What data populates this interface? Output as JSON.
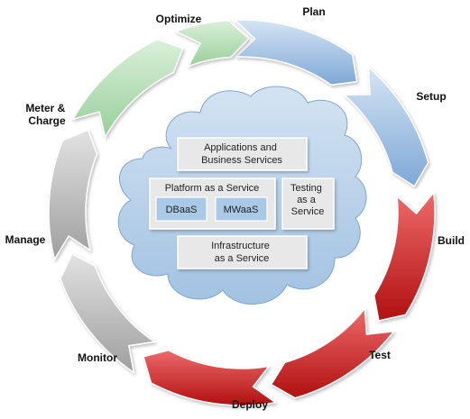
{
  "lifecycle": {
    "stages": [
      {
        "name": "plan",
        "label": "Plan",
        "color": "#8fb4dd"
      },
      {
        "name": "setup",
        "label": "Setup",
        "color": "#8fb4dd"
      },
      {
        "name": "build",
        "label": "Build",
        "color": "#c81e1e"
      },
      {
        "name": "test",
        "label": "Test",
        "color": "#c81e1e"
      },
      {
        "name": "deploy",
        "label": "Deploy",
        "color": "#c81e1e"
      },
      {
        "name": "monitor",
        "label": "Monitor",
        "color": "#b4b4b4"
      },
      {
        "name": "manage",
        "label": "Manage",
        "color": "#b4b4b4"
      },
      {
        "name": "meter-charge",
        "label": "Meter & Charge",
        "color": "#a7d6a8"
      },
      {
        "name": "optimize",
        "label": "Optimize",
        "color": "#a7d6a8"
      }
    ]
  },
  "cloud": {
    "applications": {
      "line1": "Applications and",
      "line2": "Business Services"
    },
    "paas": {
      "title": "Platform as a Service",
      "dbaas": "DBaaS",
      "mwaas": "MWaaS"
    },
    "testing": {
      "line1": "Testing",
      "line2": "as a",
      "line3": "Service"
    },
    "infrastructure": {
      "line1": "Infrastructure",
      "line2": "as a Service"
    }
  },
  "colors": {
    "cloud": "#b9d2ea",
    "box": "#e8e8e8",
    "inner_box": "#a9c9e6"
  }
}
